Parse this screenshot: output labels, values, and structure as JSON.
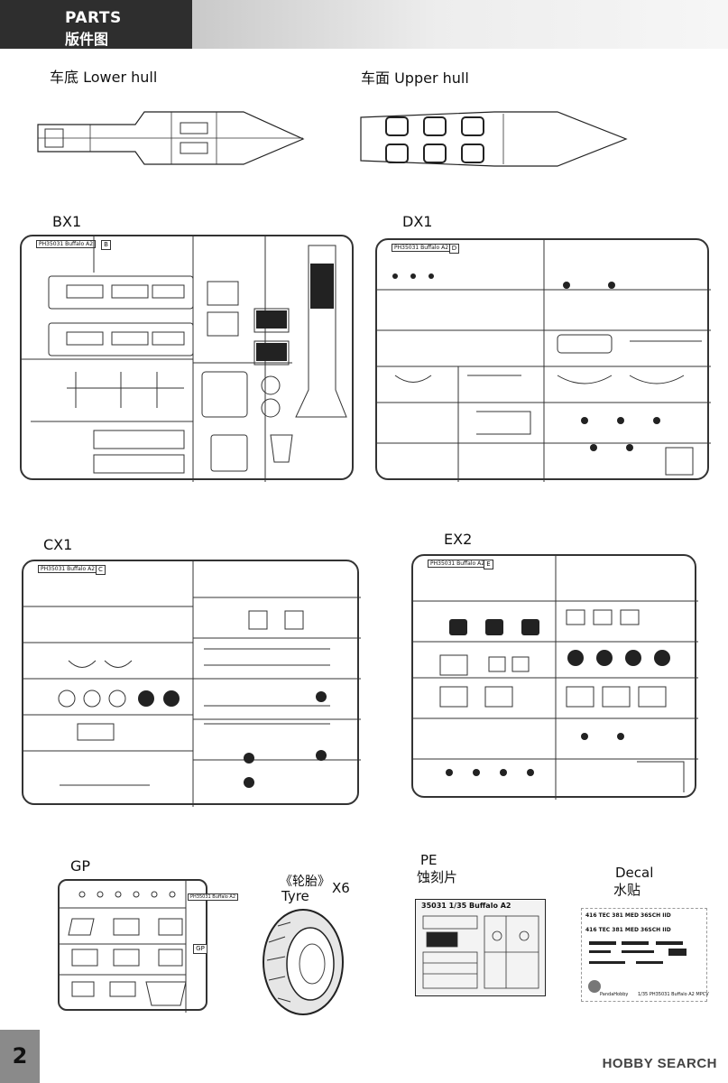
{
  "header": {
    "title_en": "PARTS",
    "title_cn": "版件图"
  },
  "sections": {
    "lower_hull": "车底  Lower hull",
    "upper_hull": "车面  Upper hull",
    "bx1": "BX1",
    "dx1": "DX1",
    "cx1": "CX1",
    "ex2": "EX2",
    "gp": "GP",
    "tyre_cn": "《轮胎》",
    "tyre_en": "Tyre",
    "tyre_qty": "X6",
    "pe_en": "PE",
    "pe_cn": "蚀刻片",
    "decal_en": "Decal",
    "decal_cn": "水贴"
  },
  "sprues": {
    "bx1_tag": "PH35031 Buffalo A2",
    "bx1_letter": "B",
    "dx1_tag": "PH35031 Buffalo A2",
    "dx1_letter": "D",
    "cx1_tag": "PH35031 Buffalo A2",
    "cx1_letter": "C",
    "ex2_tag": "PH35031 Buffalo A2",
    "ex2_letter": "E",
    "gp_tag": "PH35031 Buffalo A2",
    "gp_letter": "GP"
  },
  "pe_sheet": {
    "title": "35031 1/35 Buffalo A2"
  },
  "decal_sheet": {
    "row1": "416 TEC   381 MED   36SCH   IID",
    "row2": "416 TEC   381 MED   36SCH   IID",
    "footer_brand": "PandaHobby",
    "footer_text": "1/35  PH35031  Buffalo A2 MPCV"
  },
  "footer": {
    "page_number": "2",
    "watermark": "HOBBY SEARCH"
  }
}
